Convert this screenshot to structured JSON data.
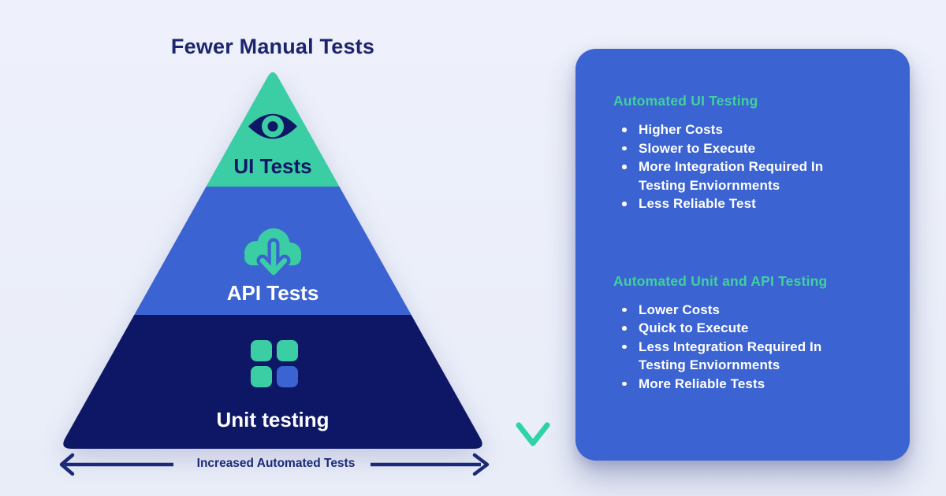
{
  "title": "Fewer Manual Tests",
  "pyramid": {
    "tiers": [
      {
        "label": "UI Tests",
        "icon": "eye-icon",
        "color": "#3bcda3",
        "text_color": "#0d1765"
      },
      {
        "label": "API Tests",
        "icon": "cloud-download-icon",
        "color": "#3b63d1",
        "text_color": "#ffffff"
      },
      {
        "label": "Unit testing",
        "icon": "grid-icon",
        "color": "#0d1765",
        "text_color": "#ffffff"
      }
    ],
    "bottom_caption": "Increased Automated Tests"
  },
  "down_arrow": {
    "direction": "down",
    "gradient": [
      "#16266d",
      "#2fd3a5"
    ]
  },
  "panel": {
    "background": "#3b63d1",
    "heading_color": "#3fd29d",
    "text_color": "#ffffff",
    "sections": [
      {
        "heading": "Automated UI Testing",
        "items": [
          "Higher Costs",
          "Slower to Execute",
          "More Integration Required In Testing Enviornments",
          "Less Reliable Test"
        ]
      },
      {
        "heading": "Automated Unit and API Testing",
        "items": [
          "Lower Costs",
          "Quick to Execute",
          "Less Integration Required In Testing Enviornments",
          "More Reliable Tests"
        ]
      }
    ]
  },
  "colors": {
    "background": "#eaeefa",
    "teal": "#3bcda3",
    "blue": "#3b63d1",
    "navy": "#0d1765",
    "title_text": "#1d246e"
  }
}
